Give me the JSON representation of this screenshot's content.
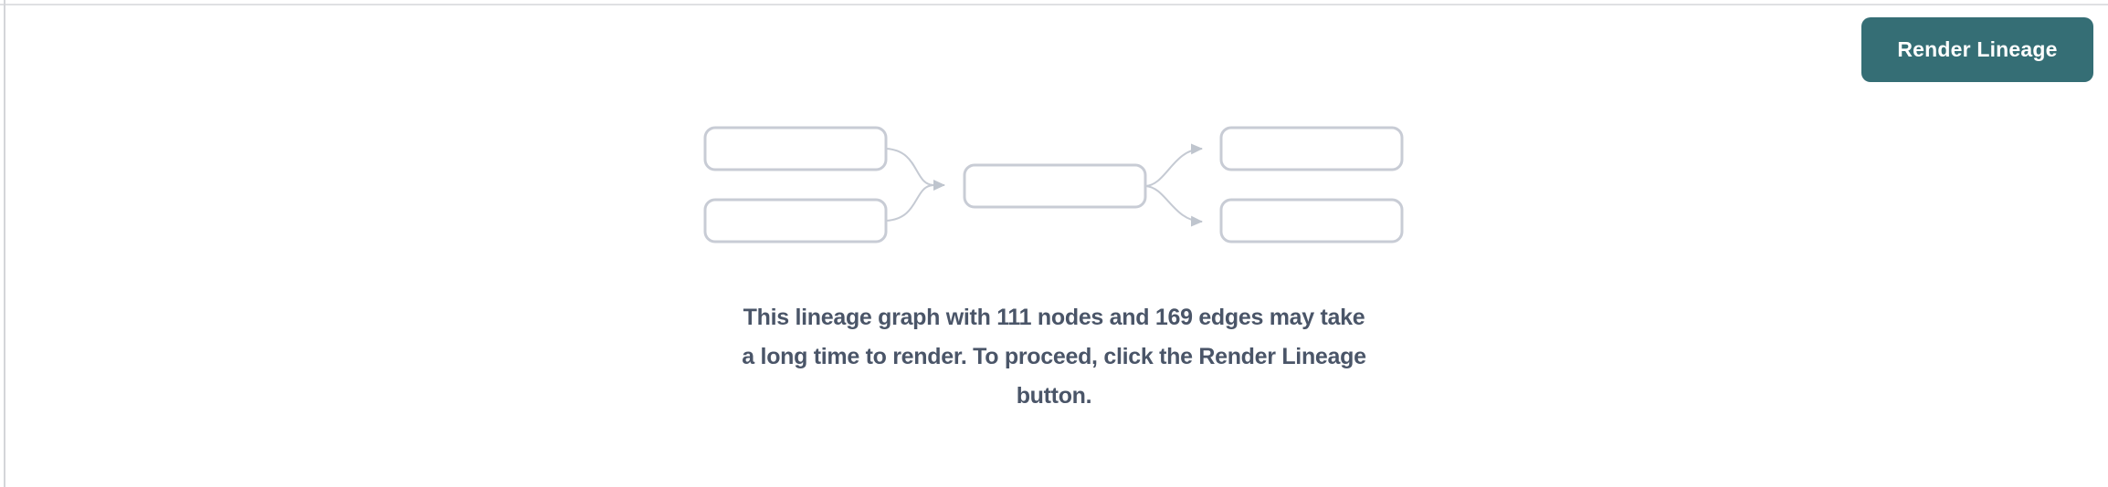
{
  "page": {
    "background_color": "#ffffff",
    "top_border_color": "#dfe0e3",
    "left_border_color": "#d4d5d9"
  },
  "toolbar": {
    "render_lineage_button": {
      "label": "Render Lineage",
      "background_color": "#356e75",
      "text_color": "#ffffff"
    }
  },
  "lineage_preview": {
    "illustration": {
      "name": "lineage-placeholder-diagram",
      "node_box_count": 5,
      "arrow_count": 4,
      "box_fill": "#ffffff",
      "box_border_color": "#c8ccd5",
      "edge_color": "#c5cad3",
      "arrowhead_color": "#bfc5ce"
    },
    "message": "This lineage graph with 111 nodes and 169 edges may take a long time to render. To proceed, click the Render Lineage button.",
    "message_lines": [
      "This lineage graph with 111 nodes and 169 edges may take",
      "a long time to render. To proceed, click the Render Lineage",
      "button."
    ],
    "node_count": "111",
    "edge_count": "169",
    "message_text_color": "#4a5568"
  }
}
